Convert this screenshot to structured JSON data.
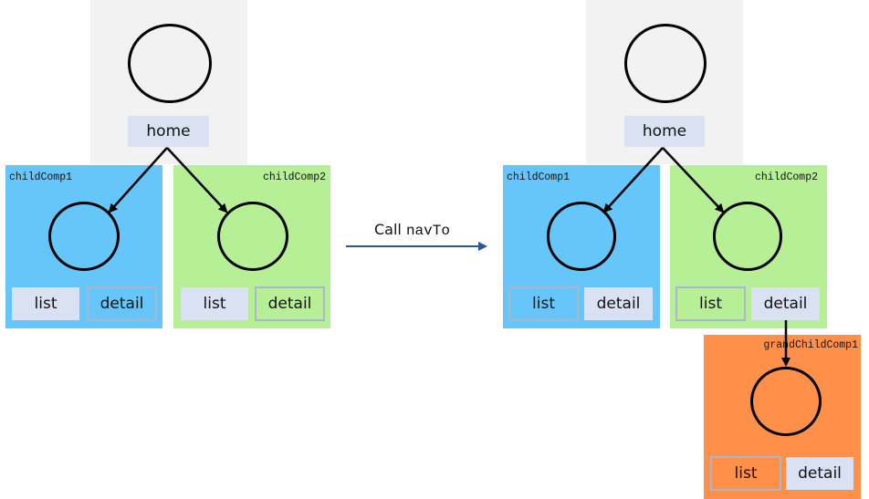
{
  "left_state": {
    "home": {
      "route_label": "home"
    },
    "child1": {
      "label": "childComp1",
      "routes": [
        "list",
        "detail"
      ]
    },
    "child2": {
      "label": "childComp2",
      "routes": [
        "list",
        "detail"
      ]
    }
  },
  "transition": {
    "prefix": "Call ",
    "method": "navTo"
  },
  "right_state": {
    "home": {
      "route_label": "home"
    },
    "child1": {
      "label": "childComp1",
      "routes": [
        "list",
        "detail"
      ]
    },
    "child2": {
      "label": "childComp2",
      "routes": [
        "list",
        "detail"
      ]
    },
    "grandchild": {
      "label": "grandChildComp1",
      "routes": [
        "list",
        "detail"
      ]
    }
  },
  "colors": {
    "home_bg": "#f2f2f2",
    "child1": "#66c6fa",
    "child2": "#b7ef96",
    "grandchild": "#fe904a",
    "route_button": "#dae1f2",
    "call_arrow": "#2f5597"
  }
}
